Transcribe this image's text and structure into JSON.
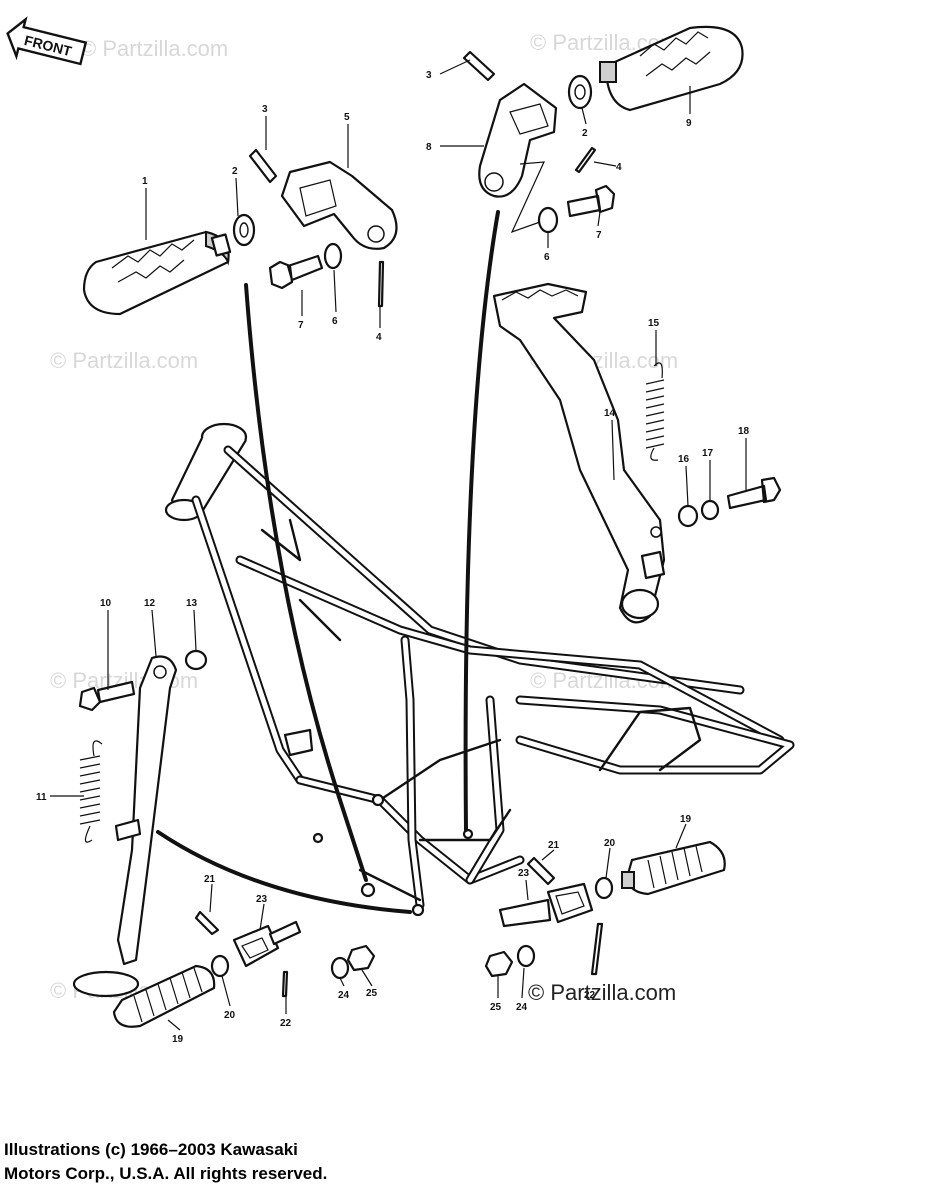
{
  "direction_badge": "FRONT",
  "watermark": "© Partzilla.com",
  "brand_mark": "© Partzilla.com",
  "copyright": {
    "line1": "Illustrations (c) 1966–2003 Kawasaki",
    "line2": "Motors Corp., U.S.A.  All rights reserved."
  },
  "callouts": {
    "c1": "1",
    "c2a": "2",
    "c3a": "3",
    "c4a": "4",
    "c5": "5",
    "c6a": "6",
    "c7a": "7",
    "c3b": "3",
    "c8": "8",
    "c2b": "2",
    "c9": "9",
    "c4b": "4",
    "c7b": "7",
    "c6b": "6",
    "c15": "15",
    "c14": "14",
    "c16": "16",
    "c17": "17",
    "c18": "18",
    "c10": "10",
    "c12": "12",
    "c13": "13",
    "c11": "11",
    "c21a": "21",
    "c23a": "23",
    "c20a": "20",
    "c19a": "19",
    "c22a": "22",
    "c24a": "24",
    "c25a": "25",
    "c21b": "21",
    "c23b": "23",
    "c20b": "20",
    "c19b": "19",
    "c25b": "25",
    "c24b": "24",
    "c22b": "22"
  },
  "icons": [
    "front-arrow-icon"
  ]
}
